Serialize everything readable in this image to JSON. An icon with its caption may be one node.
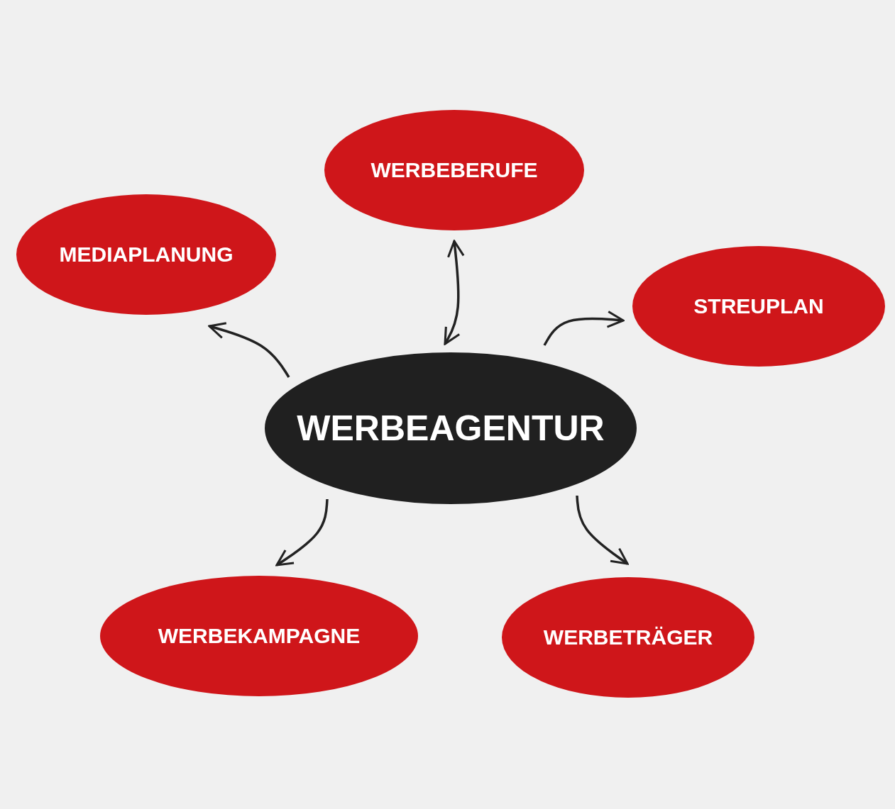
{
  "diagram": {
    "nodes": [
      {
        "text": [
          "WERBEBERUFE"
        ]
      },
      {
        "text": [
          "MEDIAPLANUNG"
        ]
      },
      {
        "text": [
          "STREUPLAN"
        ]
      },
      {
        "text": [
          "WERBEAGENTUR"
        ]
      },
      {
        "text": [
          "WERBEKAMPAGNE"
        ]
      },
      {
        "text": [
          "WERBETRÄGER"
        ]
      }
    ],
    "edges": [
      {
        "from": 3,
        "to": 0,
        "arrow": "both"
      },
      {
        "from": 3,
        "to": 1,
        "arrow": "to"
      },
      {
        "from": 3,
        "to": 2,
        "arrow": "to"
      },
      {
        "from": 3,
        "to": 4,
        "arrow": "to"
      },
      {
        "from": 3,
        "to": 5,
        "arrow": "to"
      }
    ]
  }
}
